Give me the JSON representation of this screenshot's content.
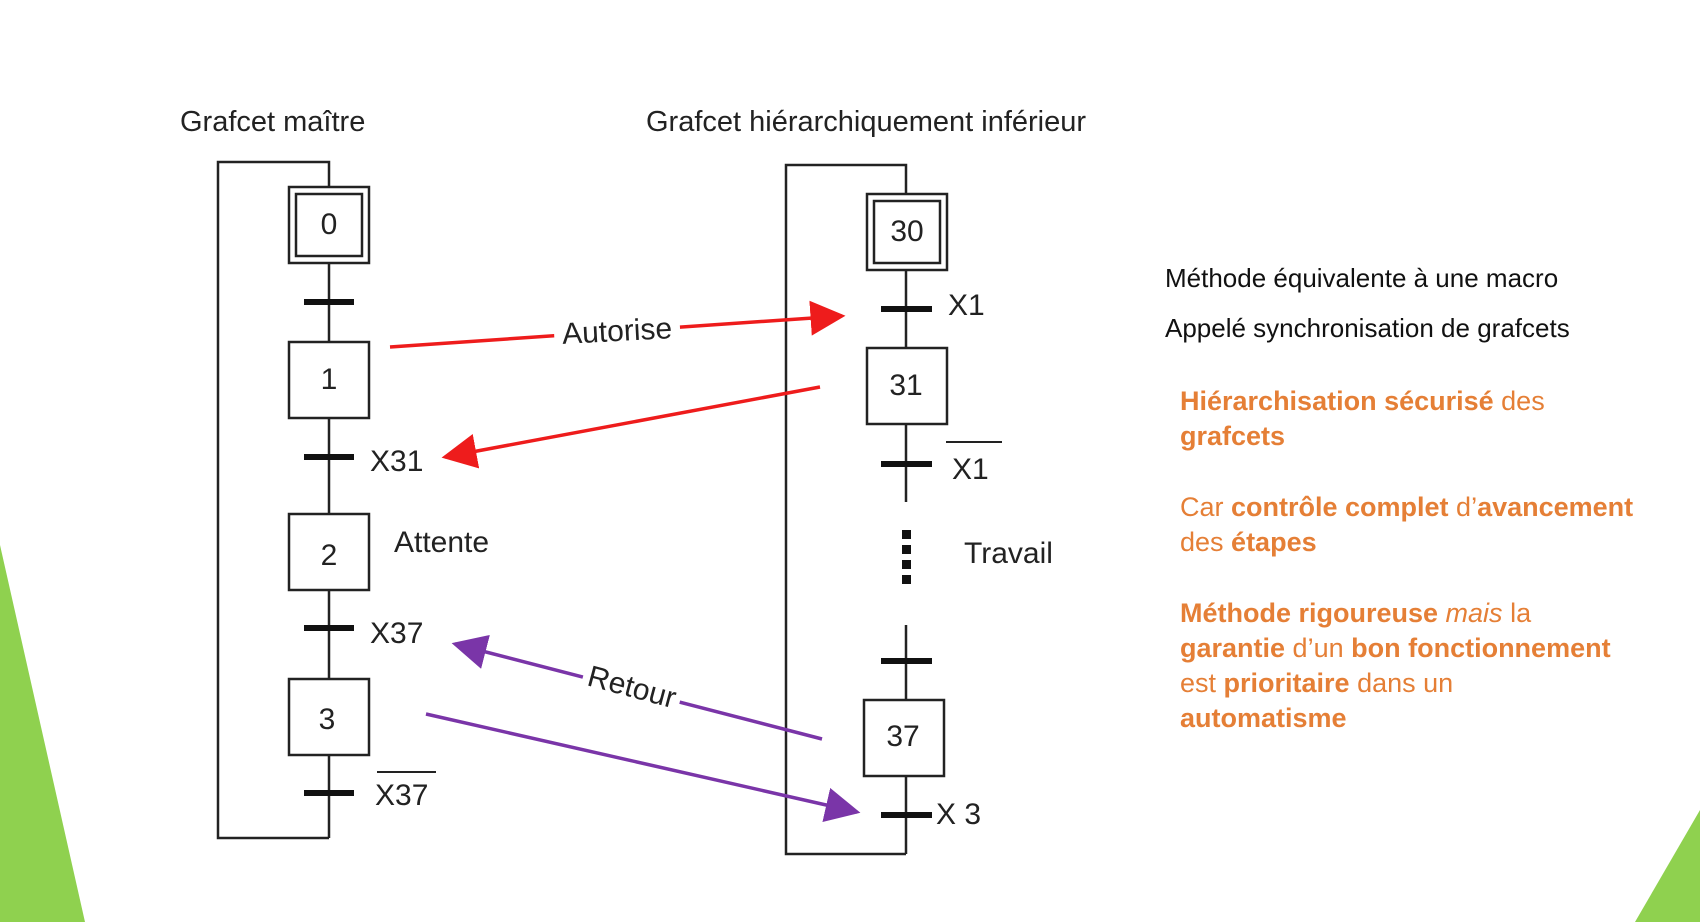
{
  "colors": {
    "accent_orange": "#e57f36",
    "arrow_red": "#ee1c1c",
    "arrow_purple": "#7a35a8",
    "decor_green": "#8fd14f"
  },
  "diagram": {
    "master_title": "Grafcet maître",
    "slave_title": "Grafcet hiérarchiquement inférieur",
    "master_steps": [
      "0",
      "1",
      "2",
      "3"
    ],
    "master_transitions": [
      "X31",
      "X37",
      "X37"
    ],
    "master_step_comment": "Attente",
    "slave_steps": [
      "30",
      "31",
      "37"
    ],
    "slave_transitions": [
      "X1",
      "X1",
      "X 3"
    ],
    "slave_work_label": "Travail",
    "arrow_authorize_label": "Autorise",
    "arrow_return_label": "Retour"
  },
  "notes": {
    "line1": "Méthode équivalente à une macro",
    "line2": "Appelé synchronisation de grafcets",
    "p1_b1": "Hiérarchisation sécurisé",
    "p1_t1": " des ",
    "p1_b2": "grafcets",
    "p2_t1": "Car ",
    "p2_b1": "contrôle complet",
    "p2_t2": " d’",
    "p2_b2": "avancement",
    "p2_t3": " des ",
    "p2_b3": "étapes",
    "p3_b1": "Méthode rigoureuse",
    "p3_i1": "mais",
    "p3_t1": " la ",
    "p3_b2": "garantie",
    "p3_t2": " d’un ",
    "p3_b3": "bon fonctionnement",
    "p3_t3": " est ",
    "p3_b4": "prioritaire",
    "p3_t4": " dans un ",
    "p3_b5": "automatisme"
  }
}
